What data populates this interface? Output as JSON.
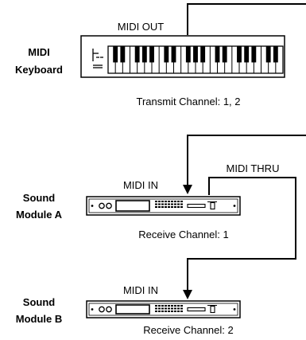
{
  "devices": {
    "keyboard": {
      "name_line1": "MIDI",
      "name_line2": "Keyboard",
      "port_label": "MIDI OUT",
      "channel_text": "Transmit Channel: 1, 2"
    },
    "module_a": {
      "name_line1": "Sound",
      "name_line2": "Module A",
      "in_label": "MIDI IN",
      "thru_label": "MIDI THRU",
      "channel_text": "Receive Channel: 1"
    },
    "module_b": {
      "name_line1": "Sound",
      "name_line2": "Module B",
      "in_label": "MIDI IN",
      "channel_text": "Receive Channel: 2"
    }
  },
  "colors": {
    "ink": "#000000",
    "background": "#ffffff"
  }
}
